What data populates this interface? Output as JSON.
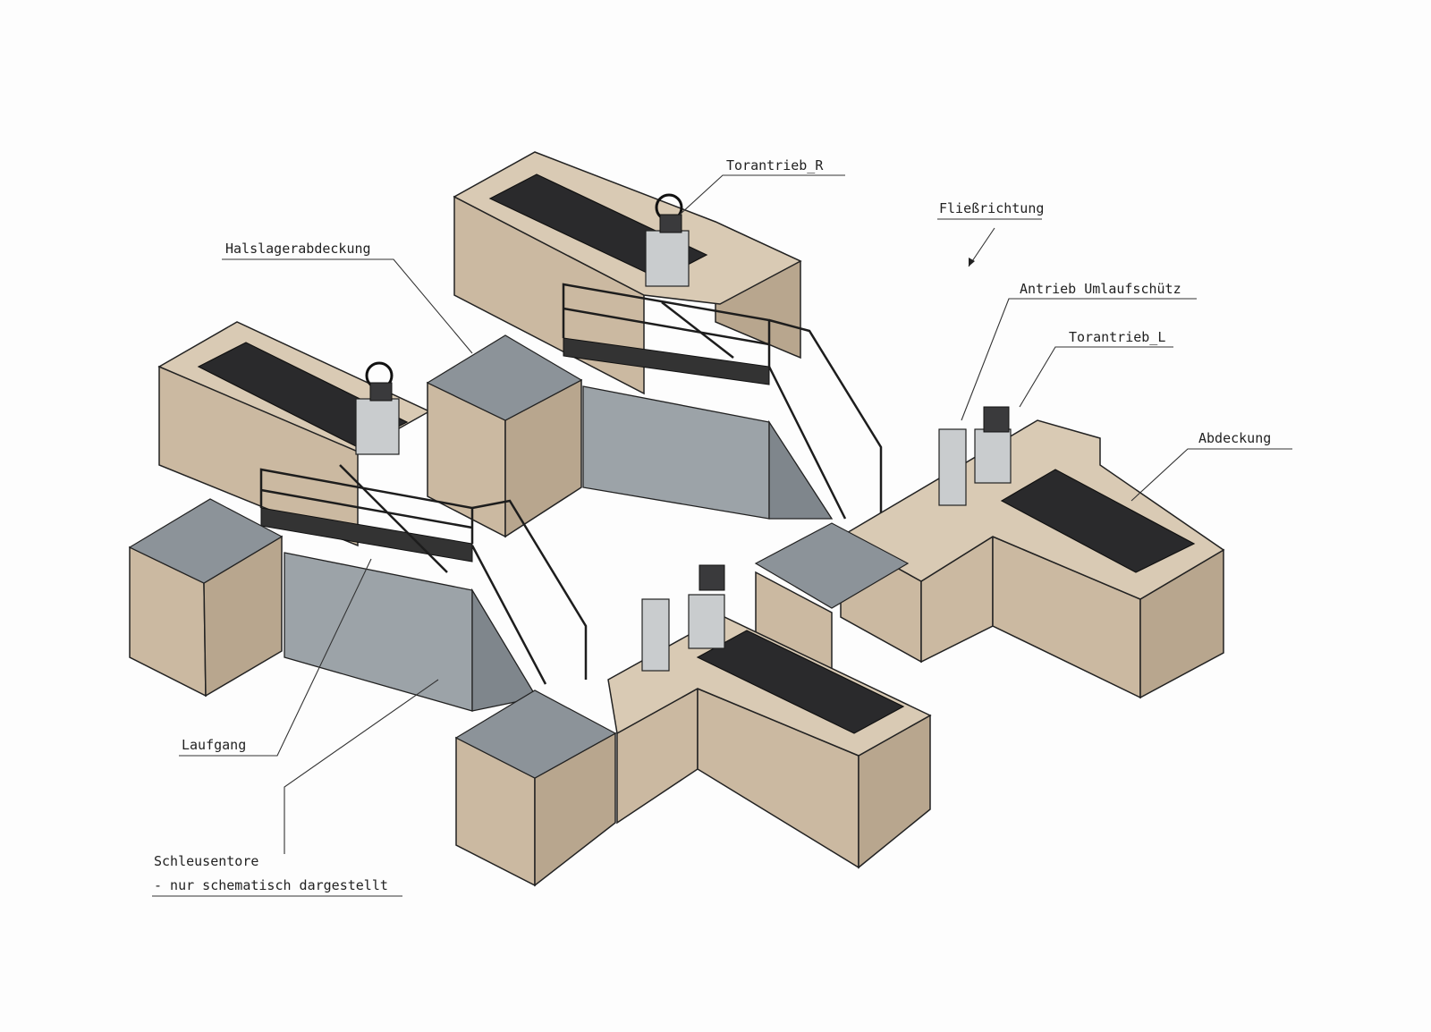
{
  "drawing": {
    "labels": {
      "torantrieb_r": "Torantrieb_R",
      "fliessrichtung": "Fließrichtung",
      "halslagerabdeckung": "Halslagerabdeckung",
      "antrieb_umlaufschuetz": "Antrieb Umlaufschütz",
      "torantrieb_l": "Torantrieb_L",
      "abdeckung": "Abdeckung",
      "laufgang": "Laufgang",
      "schleusentore": "Schleusentore",
      "schleusentore_note": "- nur schematisch dargestellt"
    },
    "colors": {
      "concrete_top": "#d9cab4",
      "cover_dark": "#2a2a2c",
      "cover_grey": "#8c9399",
      "gate": "#9ca3a8"
    }
  }
}
